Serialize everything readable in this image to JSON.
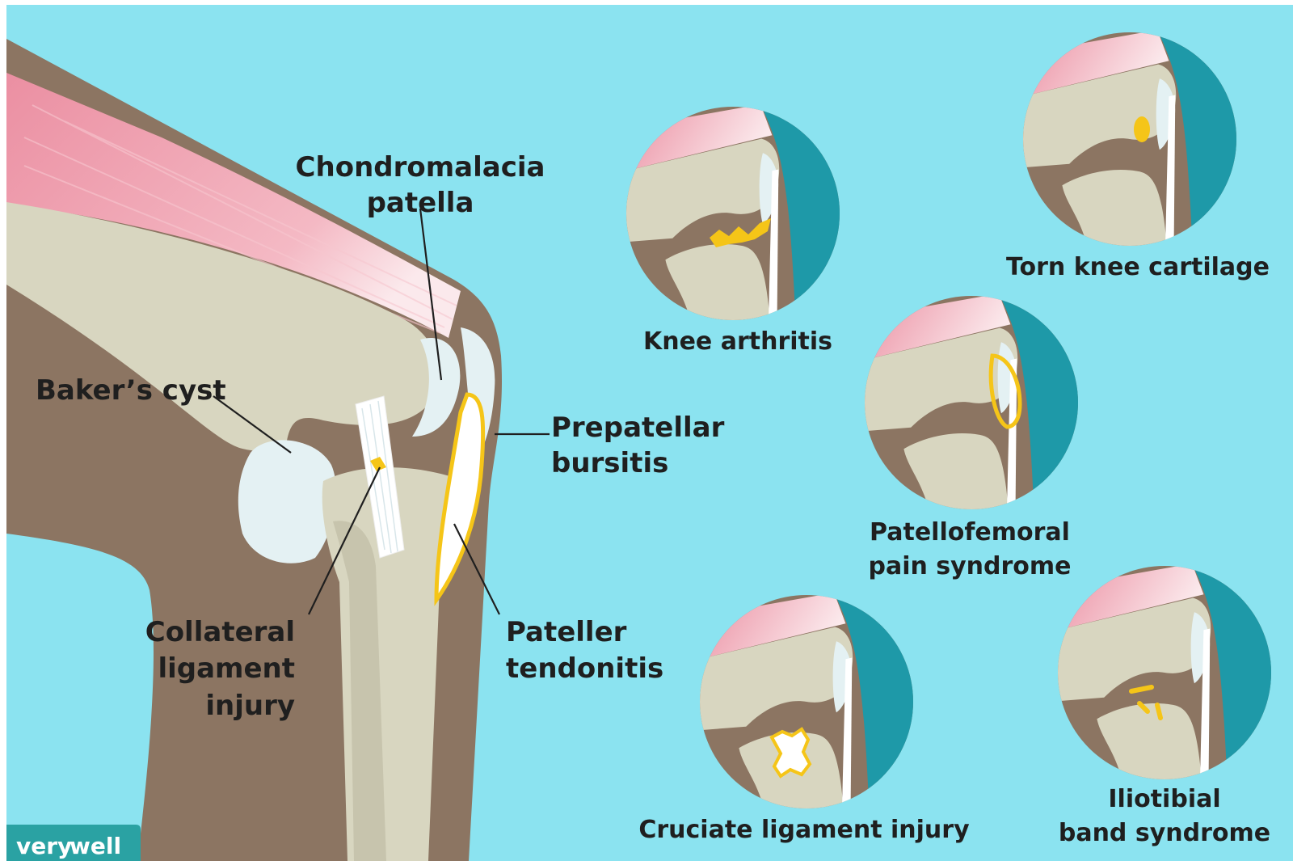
{
  "colors": {
    "background": "#8be3f0",
    "flesh": "#8c7562",
    "bone": "#d8d6c0",
    "muscle": "#eb92a3",
    "cartilage": "#e4f1f3",
    "injury": "#f5c518",
    "teal": "#1e99a8",
    "brand": "#2aa2a3"
  },
  "main_labels": {
    "chondromalacia_line1": "Chondromalacia",
    "chondromalacia_line2": "patella",
    "bakers_cyst": "Baker’s cyst",
    "prepatellar_line1": "Prepatellar",
    "prepatellar_line2": "bursitis",
    "collateral_line1": "Collateral",
    "collateral_line2": "ligament",
    "collateral_line3": "injury",
    "pateller_line1": "Pateller",
    "pateller_line2": "tendonitis"
  },
  "inset_labels": {
    "knee_arthritis": "Knee arthritis",
    "torn_cartilage": "Torn knee cartilage",
    "patellofemoral_line1": "Patellofemoral",
    "patellofemoral_line2": "pain syndrome",
    "cruciate": "Cruciate ligament injury",
    "iliotibial_line1": "Iliotibial",
    "iliotibial_line2": "band syndrome"
  },
  "brand": {
    "very": "very",
    "well": "well"
  }
}
